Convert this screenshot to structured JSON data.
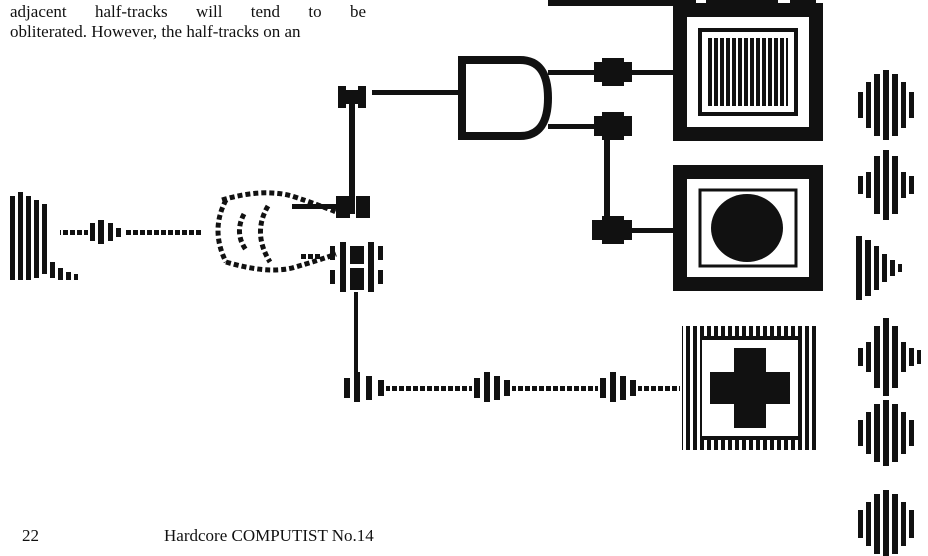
{
  "body_text": [
    "adjacent half-tracks will tend to be",
    "obliterated. However, the half-tracks on an"
  ],
  "footer": {
    "page_number": "22",
    "publication": "Hardcore COMPUTIST No.14"
  },
  "colors": {
    "ink": "#111111",
    "paper": "#ffffff"
  },
  "figure_icons": [
    "striped-box-icon",
    "circle-box-icon",
    "cross-box-icon",
    "and-gate-icon",
    "or-gate-icon",
    "bar-glyph-icon"
  ]
}
